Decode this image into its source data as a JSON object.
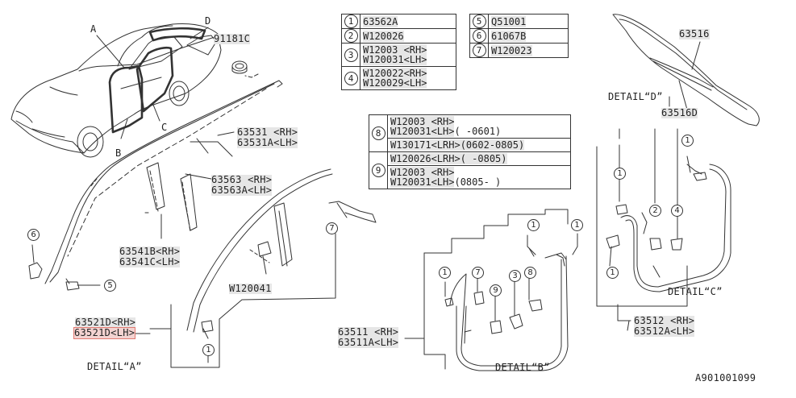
{
  "callouts": {
    "car": [
      "A",
      "B",
      "C",
      "D"
    ],
    "p1": "91181C",
    "p2": "63531 <RH>",
    "p3": "63531A<LH>",
    "p4": "63563 <RH>",
    "p5": "63563A<LH>",
    "p6": "63541B<RH>",
    "p7": "63541C<LH>",
    "p8": "W120041",
    "p9": "63521D<RH>",
    "p10": "63521D<LH>",
    "p11": "63511 <RH>",
    "p12": "63511A<LH>",
    "p13": "63512 <RH>",
    "p14": "63512A<LH>",
    "p15": "63516",
    "p16": "63516D"
  },
  "details": [
    "DETAIL“A”",
    "DETAIL“B”",
    "DETAIL“C”",
    "DETAIL“D”"
  ],
  "figure_id": "A901001099",
  "parts_table_1": [
    {
      "num": "1",
      "code": "63562A"
    },
    {
      "num": "2",
      "code": "W120026"
    },
    {
      "num": "3",
      "code": "W12003 <RH>\nW120031<LH>"
    },
    {
      "num": "4",
      "code": "W120022<RH>\nW120029<LH>"
    }
  ],
  "parts_table_2": [
    {
      "num": "5",
      "code": "Q51001"
    },
    {
      "num": "6",
      "code": "61067B"
    },
    {
      "num": "7",
      "code": "W120023"
    }
  ],
  "parts_table_3": {
    "r8a": {
      "num": "8",
      "code": "W12003 <RH>\nW120031<LH>",
      "range": "( -0601)"
    },
    "r8b": {
      "code": "W130171<LRH>(0602-0805)"
    },
    "r9a": {
      "num": "9",
      "code": "W120026<LRH>( -0805)"
    },
    "r9b": {
      "code": "W12003 <RH>\nW120031<LH>",
      "range": "(0805- )"
    }
  },
  "bubbles": {
    "b_6": "6",
    "b_5": "5",
    "b_7": "7",
    "b_1A": "1",
    "b_1B1": "1",
    "b_7B": "7",
    "b_9B": "9",
    "b_3B": "3",
    "b_8B": "8",
    "b_1B2": "1",
    "b_1B3": "1",
    "b_1C1": "1",
    "b_2C": "2",
    "b_4C": "4",
    "b_1C2": "1",
    "b_1C3": "1"
  }
}
